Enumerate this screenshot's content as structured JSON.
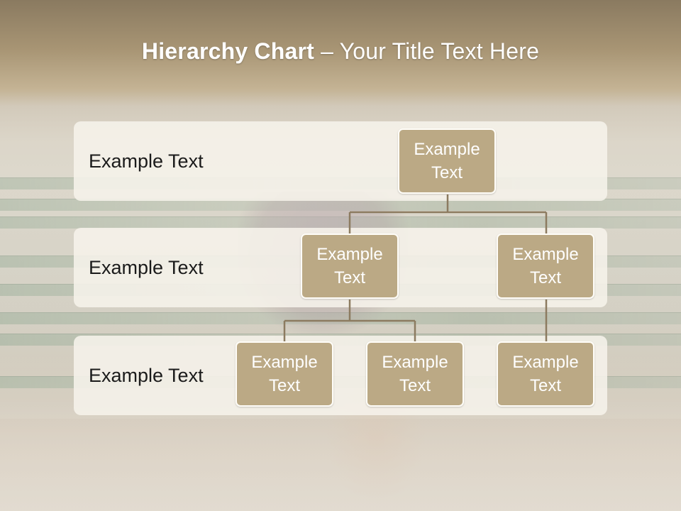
{
  "title": {
    "bold": "Hierarchy Chart",
    "rest": " – Your Title Text Here"
  },
  "levels": [
    {
      "label": "Example Text"
    },
    {
      "label": "Example Text"
    },
    {
      "label": "Example Text"
    }
  ],
  "nodes": {
    "root": "Example Text",
    "level2_left": "Example Text",
    "level2_right": "Example Text",
    "level3_left": "Example Text",
    "level3_middle": "Example Text",
    "level3_right": "Example Text"
  },
  "colors": {
    "node_fill": "#bba985",
    "node_border": "#fffdf8",
    "connector": "#8c7b60",
    "band_fill": "#f6f2ea"
  }
}
